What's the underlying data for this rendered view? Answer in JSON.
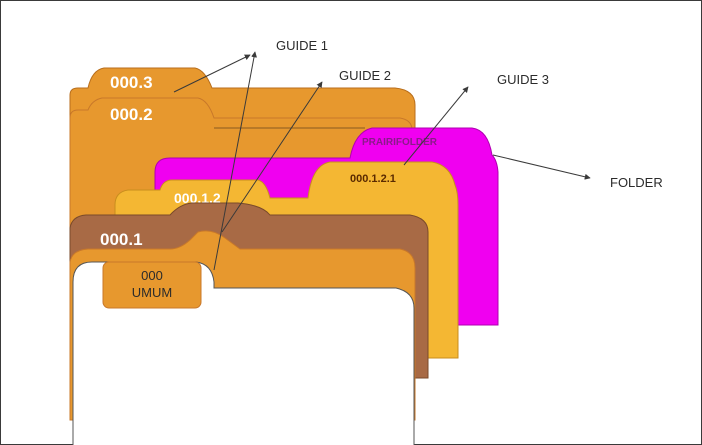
{
  "labels": {
    "guide1": "GUIDE 1",
    "guide2": "GUIDE 2",
    "guide3": "GUIDE 3",
    "folder": "FOLDER"
  },
  "tabs": {
    "t0003": "000.3",
    "t0002": "000.2",
    "t00012": "000.1.2",
    "t000121": "000.1.2.1",
    "t0001": "000.1",
    "folder_tab": "PRAIRIFOLDER",
    "t000_line1": "000",
    "t000_line2": "UMUM"
  },
  "colors": {
    "orange": "#E7982E",
    "orange_dark": "#C8782A",
    "magenta": "#F000F0",
    "yellow": "#F4B733",
    "brown": "#A86A45",
    "line": "#3a3a3a"
  }
}
